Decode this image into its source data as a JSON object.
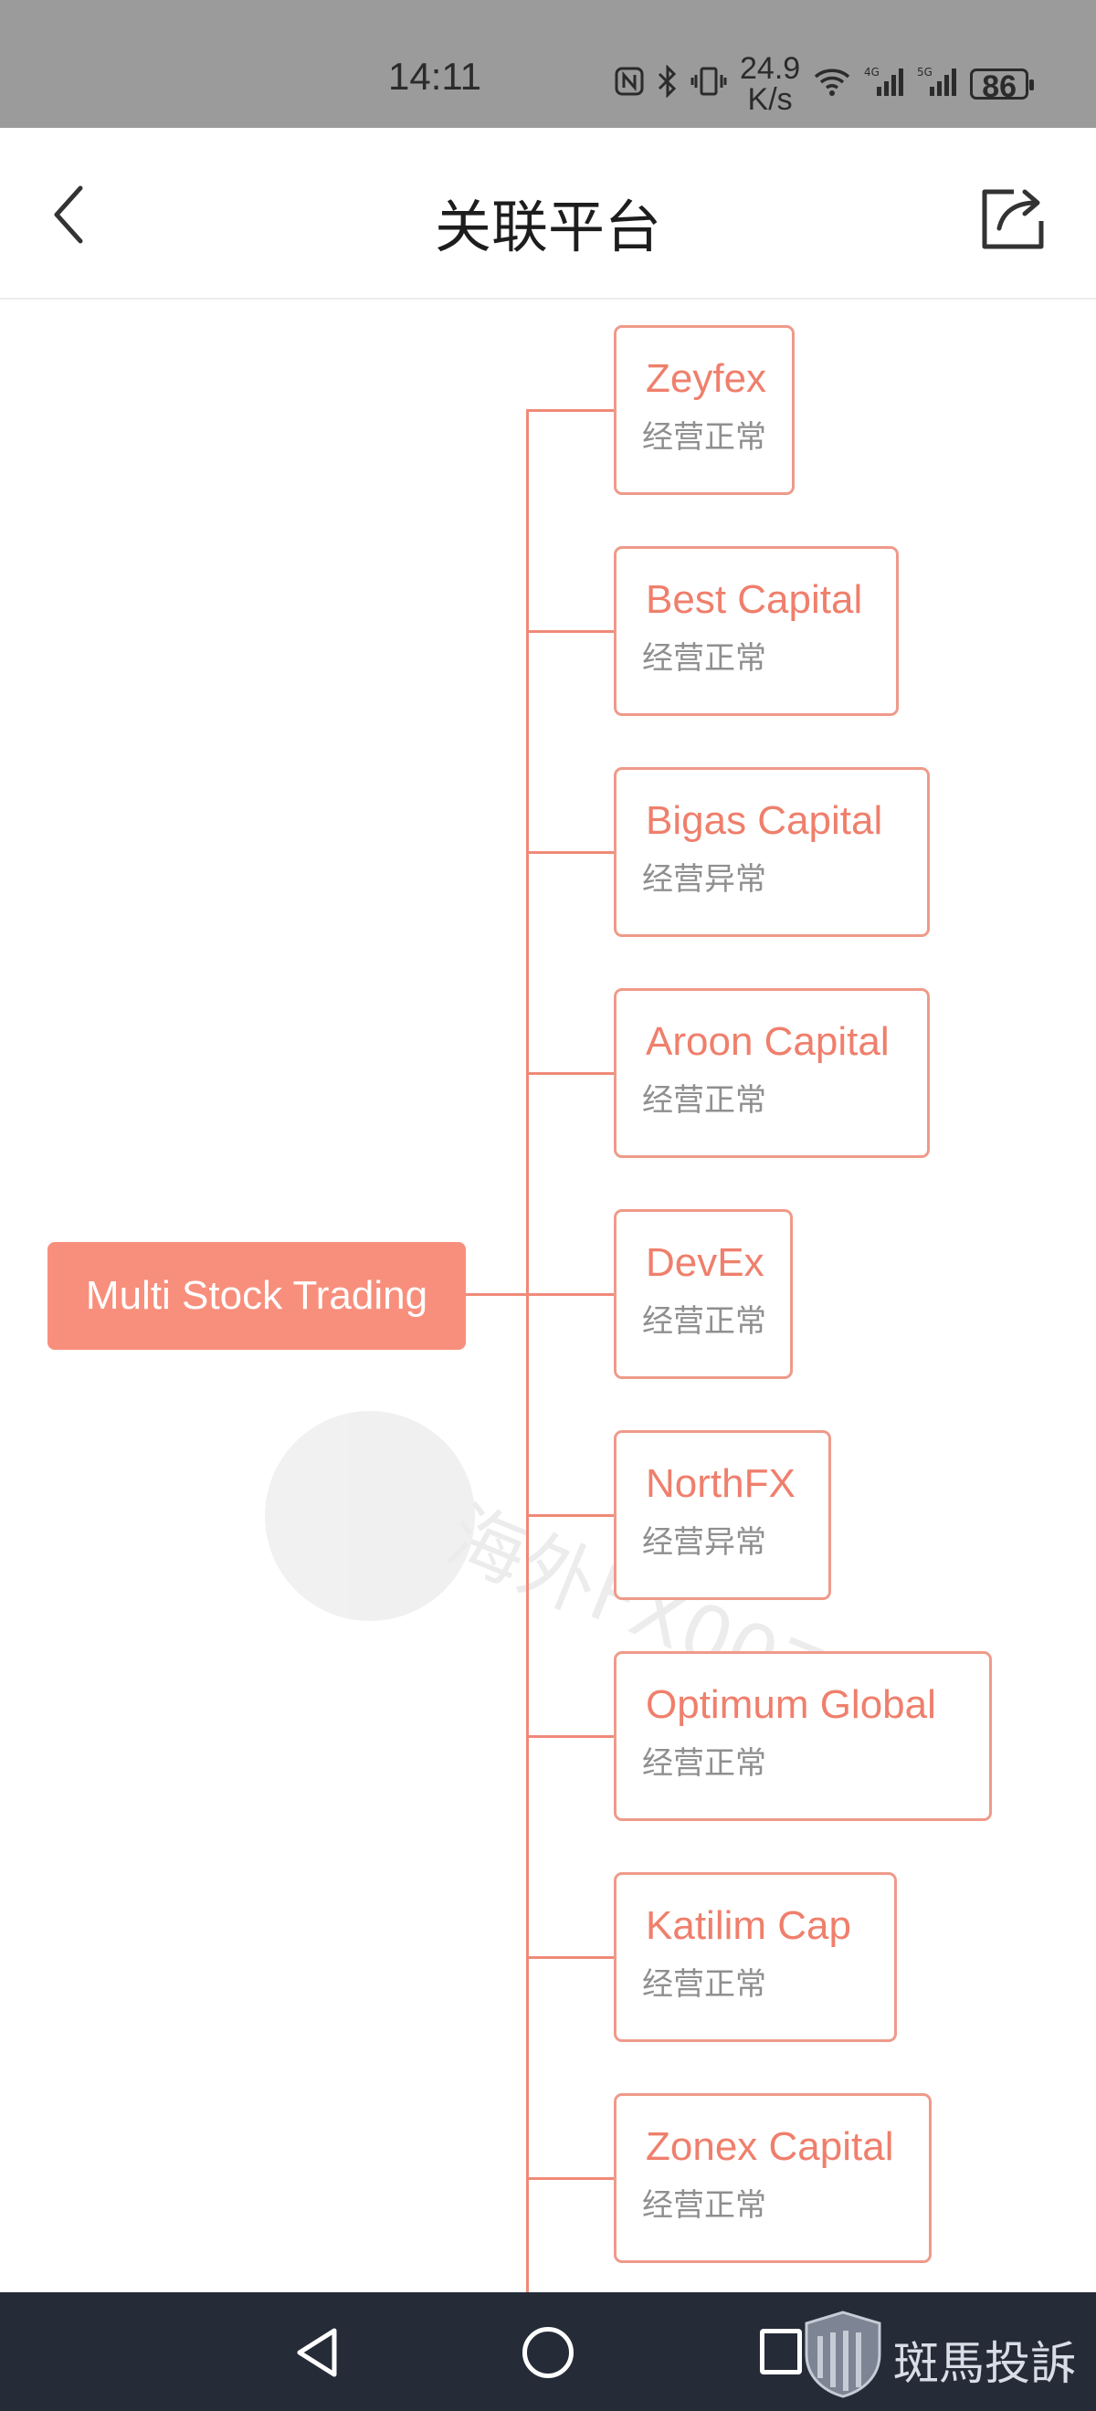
{
  "status_bar": {
    "time": "14:11",
    "icons": [
      "nfc-icon",
      "bluetooth-icon",
      "vibrate-icon",
      "wifi-icon",
      "signal-4g-icon",
      "signal-5g-icon",
      "battery-icon"
    ],
    "net_speed_value": "24.9",
    "net_speed_unit": "K/s",
    "signal_4g_label": "4G",
    "signal_5g_label": "5G",
    "battery_level": "86"
  },
  "header": {
    "title": "关联平台",
    "back_icon": "chevron-left-icon",
    "share_icon": "share-icon"
  },
  "tree": {
    "root": {
      "label": "Multi Stock Trading"
    },
    "platforms": [
      {
        "name": "Zeyfex",
        "status": "经营正常"
      },
      {
        "name": "Best Capital",
        "status": "经营正常"
      },
      {
        "name": "Bigas Capital",
        "status": "经营异常"
      },
      {
        "name": "Aroon Capital",
        "status": "经营正常"
      },
      {
        "name": "DevEx",
        "status": "经营正常"
      },
      {
        "name": "NorthFX",
        "status": "经营异常"
      },
      {
        "name": "Optimum Global",
        "status": "经营正常"
      },
      {
        "name": "Katilim Cap",
        "status": "经营正常"
      },
      {
        "name": "Zonex Capital",
        "status": "经营正常"
      }
    ]
  },
  "watermark": {
    "text": "海外FX007.com"
  },
  "nav_bar": {
    "icons": [
      "nav-back-icon",
      "nav-home-icon",
      "nav-recents-icon"
    ],
    "brand_name": "斑馬投訴",
    "brand_logo_icon": "zebra-shield-icon"
  },
  "colors": {
    "accent": "#f88f7c",
    "card_border": "#ef9a8a",
    "card_text": "#ef7f6c",
    "status_text": "#8f8f8f",
    "status_bar_bg": "#9b9b9b",
    "nav_bar_bg": "#252c38"
  }
}
